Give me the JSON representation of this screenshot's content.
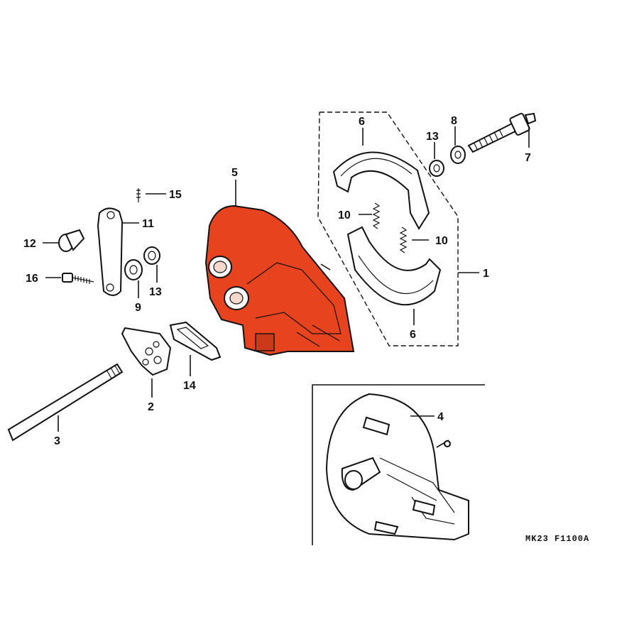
{
  "labels": {
    "p1": "1",
    "p2": "2",
    "p3": "3",
    "p4": "4",
    "p5": "5",
    "p6a": "6",
    "p6b": "6",
    "p7": "7",
    "p8": "8",
    "p9": "9",
    "p10a": "10",
    "p10b": "10",
    "p11": "11",
    "p12": "12",
    "p13a": "13",
    "p13b": "13",
    "p14": "14",
    "p15": "15",
    "p16": "16"
  },
  "diagram_code": "MK23 F1100A",
  "colors": {
    "highlight": "#e8431f",
    "ink": "#111111",
    "paper": "#ffffff"
  }
}
